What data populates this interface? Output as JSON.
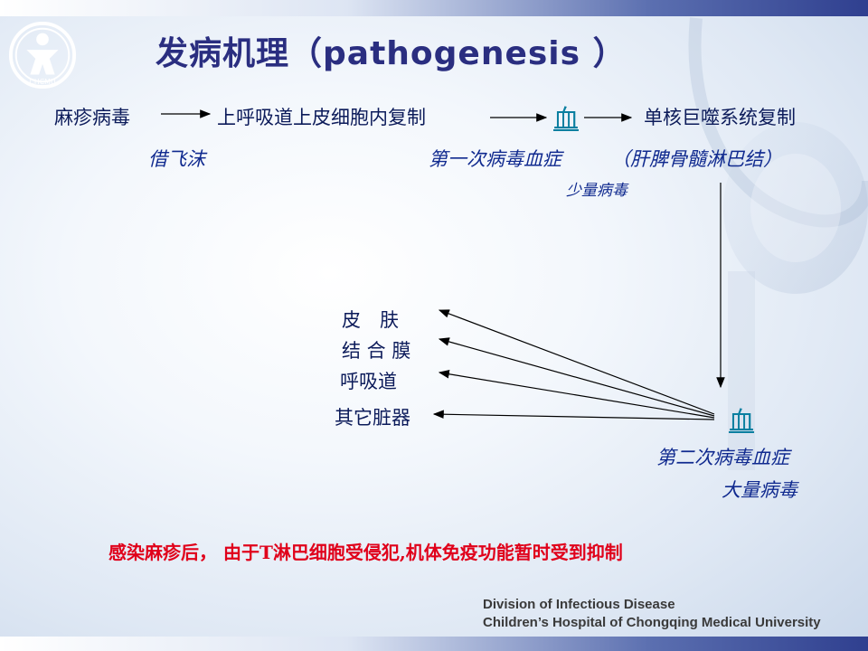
{
  "title": "发病机理（pathogenesis ）",
  "logo": {
    "text": "CHCMU"
  },
  "row1": {
    "virus": "麻疹病毒",
    "upper": "上呼吸道上皮细胞内复制",
    "blood": "血",
    "mono": "单核巨噬系统复制"
  },
  "row2": {
    "droplet": "借飞沫",
    "first_viremia": "第一次病毒血症",
    "organs": "（肝脾骨髓淋巴结）"
  },
  "small_amount": "少量病毒",
  "targets": [
    "皮　肤",
    "结 合 膜",
    "呼吸道",
    "其它脏器"
  ],
  "blood2": "血",
  "second_viremia": "第二次病毒血症",
  "large_amount": "大量病毒",
  "note": "感染麻疹后， 由于T淋巴细胞受侵犯,机体免疫功能暂时受到抑制",
  "affiliation": {
    "line1": "Division of Infectious Disease",
    "line2": "Children’s Hospital of Chongqing Medical University"
  }
}
